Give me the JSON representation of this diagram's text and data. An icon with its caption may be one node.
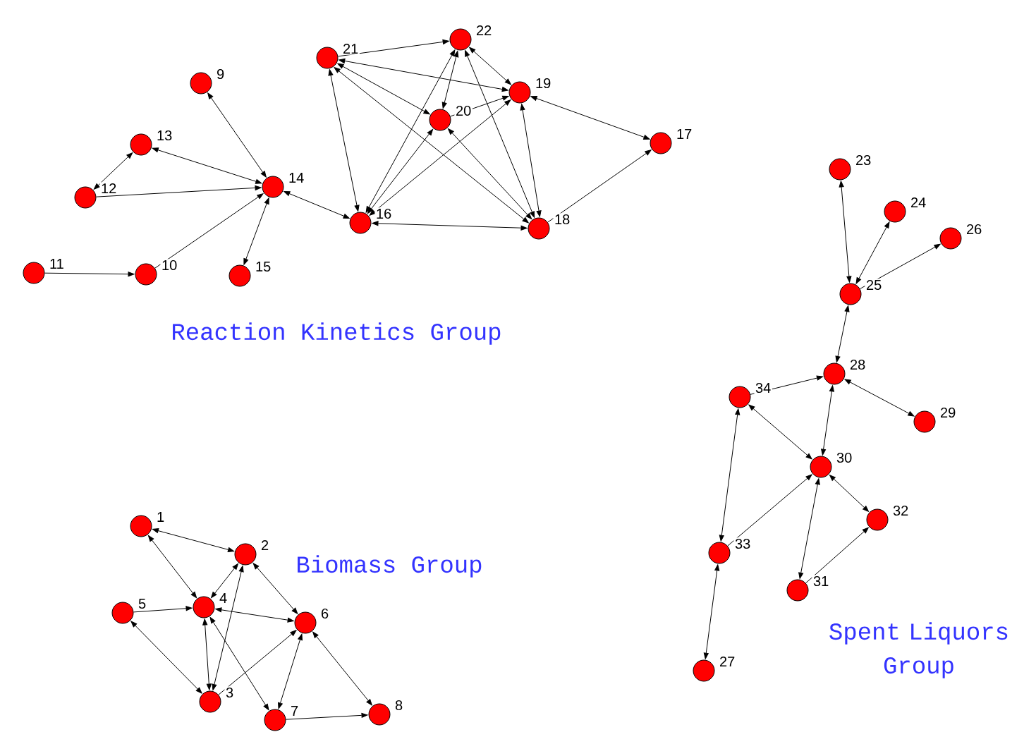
{
  "diagram": {
    "nodes": [
      {
        "text": [],
        "shape": "circle",
        "beside": [
          "1"
        ]
      },
      {
        "text": [],
        "shape": "circle",
        "beside": [
          "2"
        ]
      },
      {
        "text": [],
        "shape": "circle",
        "beside": [
          "3"
        ]
      },
      {
        "text": [],
        "shape": "circle",
        "beside": [
          "4"
        ]
      },
      {
        "text": [],
        "shape": "circle",
        "beside": [
          "5"
        ]
      },
      {
        "text": [],
        "shape": "circle",
        "beside": [
          "6"
        ]
      },
      {
        "text": [],
        "shape": "circle",
        "beside": [
          "7"
        ]
      },
      {
        "text": [],
        "shape": "circle",
        "beside": [
          "8"
        ]
      },
      {
        "text": [],
        "shape": "circle",
        "beside": [
          "9"
        ]
      },
      {
        "text": [],
        "shape": "circle",
        "beside": [
          "10"
        ]
      },
      {
        "text": [],
        "shape": "circle",
        "beside": [
          "11"
        ]
      },
      {
        "text": [],
        "shape": "circle",
        "beside": [
          "12"
        ]
      },
      {
        "text": [],
        "shape": "circle",
        "beside": [
          "13"
        ]
      },
      {
        "text": [],
        "shape": "circle",
        "beside": [
          "14"
        ]
      },
      {
        "text": [],
        "shape": "circle",
        "beside": [
          "15"
        ]
      },
      {
        "text": [],
        "shape": "circle",
        "beside": [
          "16"
        ]
      },
      {
        "text": [],
        "shape": "circle",
        "beside": [
          "17"
        ]
      },
      {
        "text": [],
        "shape": "circle",
        "beside": [
          "18"
        ]
      },
      {
        "text": [],
        "shape": "circle",
        "beside": [
          "19"
        ]
      },
      {
        "text": [],
        "shape": "circle",
        "beside": [
          "20"
        ]
      },
      {
        "text": [],
        "shape": "circle",
        "beside": [
          "21"
        ]
      },
      {
        "text": [],
        "shape": "circle",
        "beside": [
          "22"
        ]
      },
      {
        "text": [],
        "shape": "circle",
        "beside": [
          "23"
        ]
      },
      {
        "text": [],
        "shape": "circle",
        "beside": [
          "24"
        ]
      },
      {
        "text": [],
        "shape": "circle",
        "beside": [
          "25"
        ]
      },
      {
        "text": [],
        "shape": "circle",
        "beside": [
          "26"
        ]
      },
      {
        "text": [],
        "shape": "circle",
        "beside": [
          "27"
        ]
      },
      {
        "text": [],
        "shape": "circle",
        "beside": [
          "28"
        ]
      },
      {
        "text": [],
        "shape": "circle",
        "beside": [
          "29"
        ]
      },
      {
        "text": [],
        "shape": "circle",
        "beside": [
          "30"
        ]
      },
      {
        "text": [],
        "shape": "circle",
        "beside": [
          "31"
        ]
      },
      {
        "text": [],
        "shape": "circle",
        "beside": [
          "32"
        ]
      },
      {
        "text": [],
        "shape": "circle",
        "beside": [
          "33"
        ]
      },
      {
        "text": [],
        "shape": "circle",
        "beside": [
          "34"
        ]
      }
    ],
    "edges": [
      {
        "from": 0,
        "to": 1,
        "arrow": "both"
      },
      {
        "from": 0,
        "to": 3,
        "arrow": "both"
      },
      {
        "from": 1,
        "to": 3,
        "arrow": "both"
      },
      {
        "from": 2,
        "to": 1,
        "arrow": "both"
      },
      {
        "from": 1,
        "to": 5,
        "arrow": "both"
      },
      {
        "from": 4,
        "to": 3,
        "arrow": "to"
      },
      {
        "from": 3,
        "to": 5,
        "arrow": "both"
      },
      {
        "from": 3,
        "to": 2,
        "arrow": "both"
      },
      {
        "from": 3,
        "to": 6,
        "arrow": "both"
      },
      {
        "from": 4,
        "to": 2,
        "arrow": "both"
      },
      {
        "from": 2,
        "to": 5,
        "arrow": "to"
      },
      {
        "from": 5,
        "to": 6,
        "arrow": "both"
      },
      {
        "from": 5,
        "to": 7,
        "arrow": "both"
      },
      {
        "from": 6,
        "to": 7,
        "arrow": "to"
      },
      {
        "from": 8,
        "to": 13,
        "arrow": "both"
      },
      {
        "from": 12,
        "to": 13,
        "arrow": "both"
      },
      {
        "from": 11,
        "to": 12,
        "arrow": "both"
      },
      {
        "from": 11,
        "to": 13,
        "arrow": "to"
      },
      {
        "from": 9,
        "to": 13,
        "arrow": "to"
      },
      {
        "from": 10,
        "to": 9,
        "arrow": "to"
      },
      {
        "from": 13,
        "to": 14,
        "arrow": "both"
      },
      {
        "from": 13,
        "to": 15,
        "arrow": "both"
      },
      {
        "from": 20,
        "to": 21,
        "arrow": "to"
      },
      {
        "from": 20,
        "to": 15,
        "arrow": "both"
      },
      {
        "from": 20,
        "to": 18,
        "arrow": "both"
      },
      {
        "from": 20,
        "to": 19,
        "arrow": "both"
      },
      {
        "from": 20,
        "to": 17,
        "arrow": "both"
      },
      {
        "from": 21,
        "to": 19,
        "arrow": "both"
      },
      {
        "from": 21,
        "to": 18,
        "arrow": "both"
      },
      {
        "from": 15,
        "to": 21,
        "arrow": "both"
      },
      {
        "from": 21,
        "to": 17,
        "arrow": "both"
      },
      {
        "from": 19,
        "to": 18,
        "arrow": "to"
      },
      {
        "from": 15,
        "to": 18,
        "arrow": "both"
      },
      {
        "from": 18,
        "to": 17,
        "arrow": "both"
      },
      {
        "from": 18,
        "to": 16,
        "arrow": "both"
      },
      {
        "from": 15,
        "to": 19,
        "arrow": "both"
      },
      {
        "from": 19,
        "to": 17,
        "arrow": "both"
      },
      {
        "from": 15,
        "to": 17,
        "arrow": "both"
      },
      {
        "from": 17,
        "to": 16,
        "arrow": "to"
      },
      {
        "from": 22,
        "to": 24,
        "arrow": "both"
      },
      {
        "from": 23,
        "to": 24,
        "arrow": "both"
      },
      {
        "from": 24,
        "to": 25,
        "arrow": "to"
      },
      {
        "from": 24,
        "to": 27,
        "arrow": "both"
      },
      {
        "from": 33,
        "to": 27,
        "arrow": "to"
      },
      {
        "from": 27,
        "to": 28,
        "arrow": "both"
      },
      {
        "from": 27,
        "to": 29,
        "arrow": "both"
      },
      {
        "from": 33,
        "to": 29,
        "arrow": "both"
      },
      {
        "from": 33,
        "to": 32,
        "arrow": "both"
      },
      {
        "from": 32,
        "to": 29,
        "arrow": "to"
      },
      {
        "from": 29,
        "to": 30,
        "arrow": "both"
      },
      {
        "from": 29,
        "to": 31,
        "arrow": "both"
      },
      {
        "from": 30,
        "to": 31,
        "arrow": "to"
      },
      {
        "from": 32,
        "to": 26,
        "arrow": "both"
      }
    ],
    "labels": [
      "Reaction Kinetics Group",
      "Biomass Group",
      "Spent Liquors Group"
    ]
  }
}
